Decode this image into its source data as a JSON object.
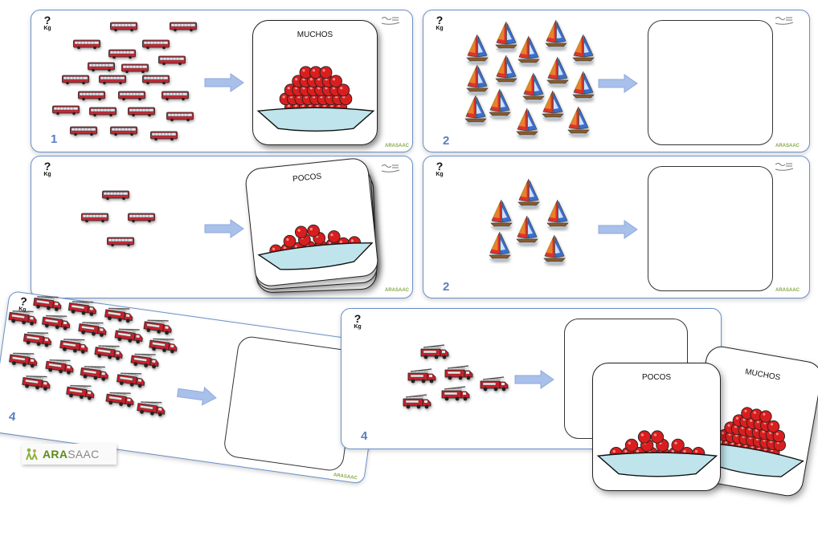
{
  "cards": [
    {
      "id": "c1",
      "number": "1",
      "brand": "ARASAAC",
      "icon": "bus-icon"
    },
    {
      "id": "c2",
      "number": "2",
      "brand": "ARASAAC",
      "icon": "sailboat-icon"
    },
    {
      "id": "c3",
      "number": "",
      "brand": "ARASAAC",
      "icon": "bus-icon"
    },
    {
      "id": "c4",
      "number": "2",
      "brand": "ARASAAC",
      "icon": "sailboat-icon"
    },
    {
      "id": "c5",
      "number": "4",
      "brand": "ARASAAC",
      "icon": "fire-truck-icon"
    },
    {
      "id": "c6",
      "number": "4",
      "brand": "",
      "icon": "fire-truck-icon"
    }
  ],
  "labels": {
    "muchos": "MUCHOS",
    "pocos": "POCOS",
    "pocos_loose": "POCOS",
    "muchos_loose": "MUCHOS"
  },
  "qkg": {
    "q": "?",
    "k": "Kg"
  },
  "logo": {
    "ara": "ARA",
    "saac": "SAAC"
  },
  "colors": {
    "card_border": "#6a8fc9",
    "arrow": "#9fb8e6",
    "bus": "#c42a35",
    "tomato": "#d81e1e",
    "bowl": "#bfe4ec",
    "sail_red": "#e0322a",
    "sail_blue": "#3a6fd0",
    "sail_yellow": "#f2c12e"
  }
}
